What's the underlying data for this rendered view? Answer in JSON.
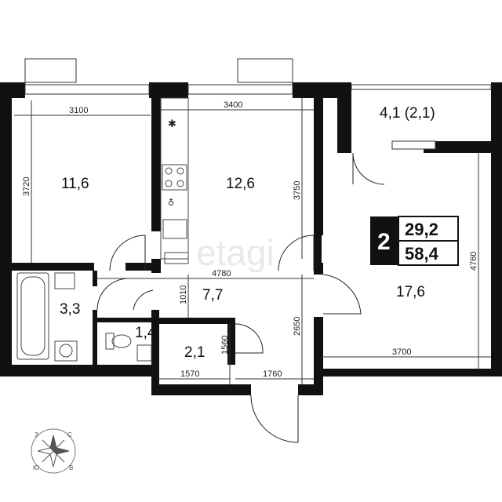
{
  "watermark": "etagi",
  "summary": {
    "rooms": "2",
    "living_area": "29,2",
    "total_area": "58,4"
  },
  "rooms": {
    "room_left": "11,6",
    "kitchen": "12,6",
    "balcony": "4,1 (2,1)",
    "room_right": "17,6",
    "hall": "7,7",
    "bathroom": "3,3",
    "toilet": "1,4",
    "storage": "2,1"
  },
  "dimensions": {
    "room_left_width": "3100",
    "room_left_height": "3720",
    "kitchen_width": "3400",
    "kitchen_height": "3750",
    "hall_width": "4780",
    "hall_height": "1010",
    "corridor_height": "2650",
    "room_right_height": "4760",
    "room_right_width": "3700",
    "storage_height": "1560",
    "storage_width": "1570",
    "entry_width": "1760"
  },
  "compass": {
    "north": "С",
    "south": "Ю",
    "west": "З",
    "east": "В"
  },
  "colors": {
    "wall": "#111111",
    "fixture": "#444444",
    "dimension": "#333333"
  }
}
